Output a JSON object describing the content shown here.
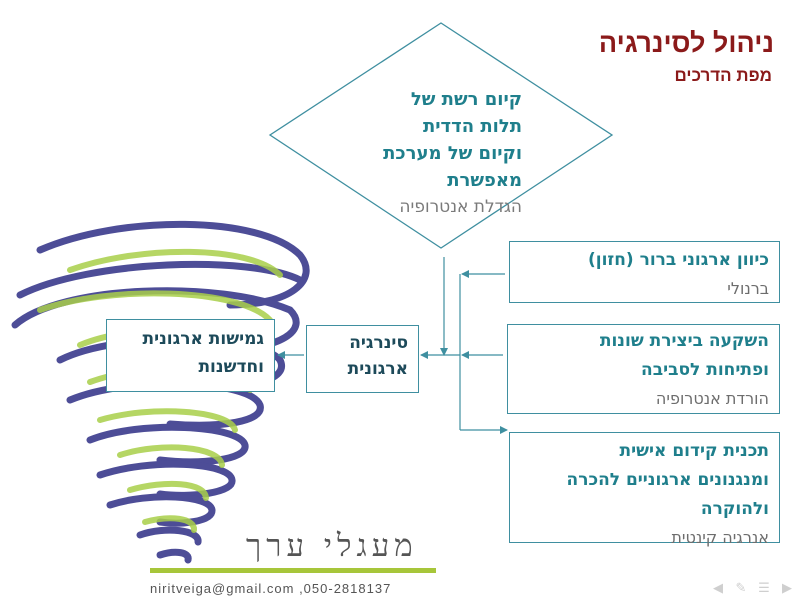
{
  "header": {
    "title": "ניהול לסינרגיה",
    "subtitle": "מפת הדרכים"
  },
  "diamond": {
    "lines": [
      "קיום רשת של",
      "תלות הדדית",
      "וקיום של מערכת",
      "מאפשרת"
    ],
    "sub": "הגדלת אנטרופיה"
  },
  "center": {
    "synergy_lines": [
      "סינרגיה",
      "ארגונית"
    ],
    "flex_lines": [
      "גמישות ארגונית",
      "וחדשנות"
    ]
  },
  "right_boxes": {
    "vision": {
      "main": [
        "כיוון ארגוני ברור (חזון)"
      ],
      "sub": "ברנולי"
    },
    "invest": {
      "main": [
        "השקעה ביצירת שונות",
        "ופתיחות לסביבה"
      ],
      "sub": "הורדת אנטרופיה"
    },
    "plan": {
      "main": [
        "תכנית קידום אישית",
        "ומנגנונים ארגוניים להכרה",
        "ולהוקרה"
      ],
      "sub": "אנרגיה קינטית"
    }
  },
  "footer": {
    "logo": "מעגלי ערך",
    "contact": "niritveiga@gmail.com ,050-2818137"
  },
  "colors": {
    "title": "#8b1a1a",
    "teal": "#1f7f8c",
    "line": "#3f8fa0",
    "accent_green": "#a7c63a",
    "swirl_blue": "#2e2e86",
    "swirl_green": "#a9cf4a"
  },
  "icons": [
    "arrow-left-icon",
    "pen-icon",
    "menu-icon",
    "arrow-right-icon"
  ]
}
